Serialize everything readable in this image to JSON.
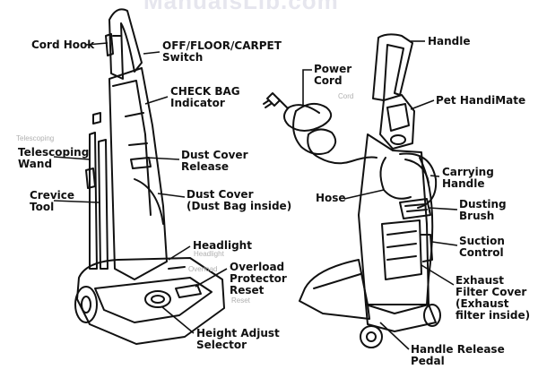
{
  "watermark": "ManualsLib.com",
  "labels": {
    "cord_hook": "Cord Hook",
    "off_floor_carpet_1": "OFF/FLOOR/CARPET",
    "off_floor_carpet_2": "Switch",
    "check_bag_1": "CHECK BAG",
    "check_bag_2": "Indicator",
    "telescoping_wand_1": "Telescoping",
    "telescoping_wand_2": "Wand",
    "dust_cover_release_1": "Dust Cover",
    "dust_cover_release_2": "Release",
    "crevice_tool_1": "Crevice",
    "crevice_tool_2": "Tool",
    "dust_cover_1": "Dust Cover",
    "dust_cover_2": "(Dust Bag inside)",
    "headlight": "Headlight",
    "overload_1": "Overload",
    "overload_2": "Protector",
    "overload_3": "Reset",
    "height_adjust_1": "Height Adjust",
    "height_adjust_2": "Selector",
    "handle": "Handle",
    "power_cord_1": "Power",
    "power_cord_2": "Cord",
    "pet_handimate": "Pet HandiMate",
    "carrying_handle_1": "Carrying",
    "carrying_handle_2": "Handle",
    "hose": "Hose",
    "dusting_brush_1": "Dusting",
    "dusting_brush_2": "Brush",
    "suction_control_1": "Suction",
    "suction_control_2": "Control",
    "exhaust_1": "Exhaust",
    "exhaust_2": "Filter Cover",
    "exhaust_3": "(Exhaust",
    "exhaust_4": "filter inside)",
    "handle_release_1": "Handle Release",
    "handle_release_2": "Pedal"
  },
  "ghost_labels": {
    "telescoping": "Telescoping",
    "cord": "Cord",
    "headlight": "Headlight",
    "overload": "Overload",
    "reset": "Reset"
  }
}
